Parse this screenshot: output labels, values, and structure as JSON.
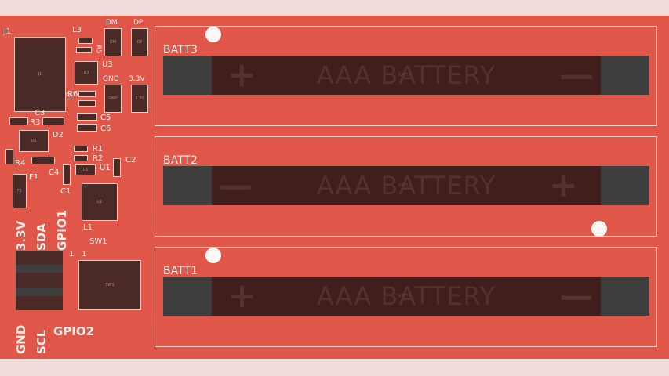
{
  "batteries": [
    {
      "ref": "BATT3",
      "body_text": "AAA BATTERY",
      "inner_ref": "BATT3",
      "left_symbol": "+",
      "right_symbol": "—"
    },
    {
      "ref": "BATT2",
      "body_text": "AAA BATTERY",
      "inner_ref": "BATT2",
      "left_symbol": "—",
      "right_symbol": "+"
    },
    {
      "ref": "BATT1",
      "body_text": "AAA BATTERY",
      "inner_ref": "BATT1",
      "left_symbol": "+",
      "right_symbol": "—"
    }
  ],
  "components": {
    "j1": "J1",
    "l3": "L3",
    "dm": "DM",
    "dp": "DP",
    "r5": "R5",
    "u3": "U3",
    "gnd_top": "GND",
    "v33_top": "3.3V",
    "r6": "R6",
    "l2": "L2",
    "c5": "C5",
    "c6": "C6",
    "c3": "C3",
    "r3": "R3",
    "u2": "U2",
    "r1": "R1",
    "r2": "R2",
    "c2": "C2",
    "r4": "R4",
    "c4": "C4",
    "u1": "U1",
    "f1": "F1",
    "c1": "C1",
    "l1": "L1",
    "sw1": "SW1",
    "one_a": "1",
    "one_b": "1"
  },
  "chip_labels": {
    "j1": "J1",
    "u3": "U3",
    "u2": "U2",
    "l1": "L1",
    "sw1": "SW1",
    "dm": "DM",
    "dp": "DP",
    "gnd": "GND",
    "v33": "3.3V",
    "u1": "U1",
    "f1": "F1",
    "batt": "BATT"
  },
  "header_labels": {
    "v33": "3.3V",
    "sda": "SDA",
    "gpio1": "GPIO1",
    "gnd": "GND",
    "scl": "SCL",
    "gpio2": "GPIO2"
  },
  "colors": {
    "board": "#e0574a",
    "silkscreen": "#f4efe9",
    "copper_dark": "#4a2a26",
    "battery_body": "#3f1e1b",
    "terminal": "#3e3e3e"
  }
}
